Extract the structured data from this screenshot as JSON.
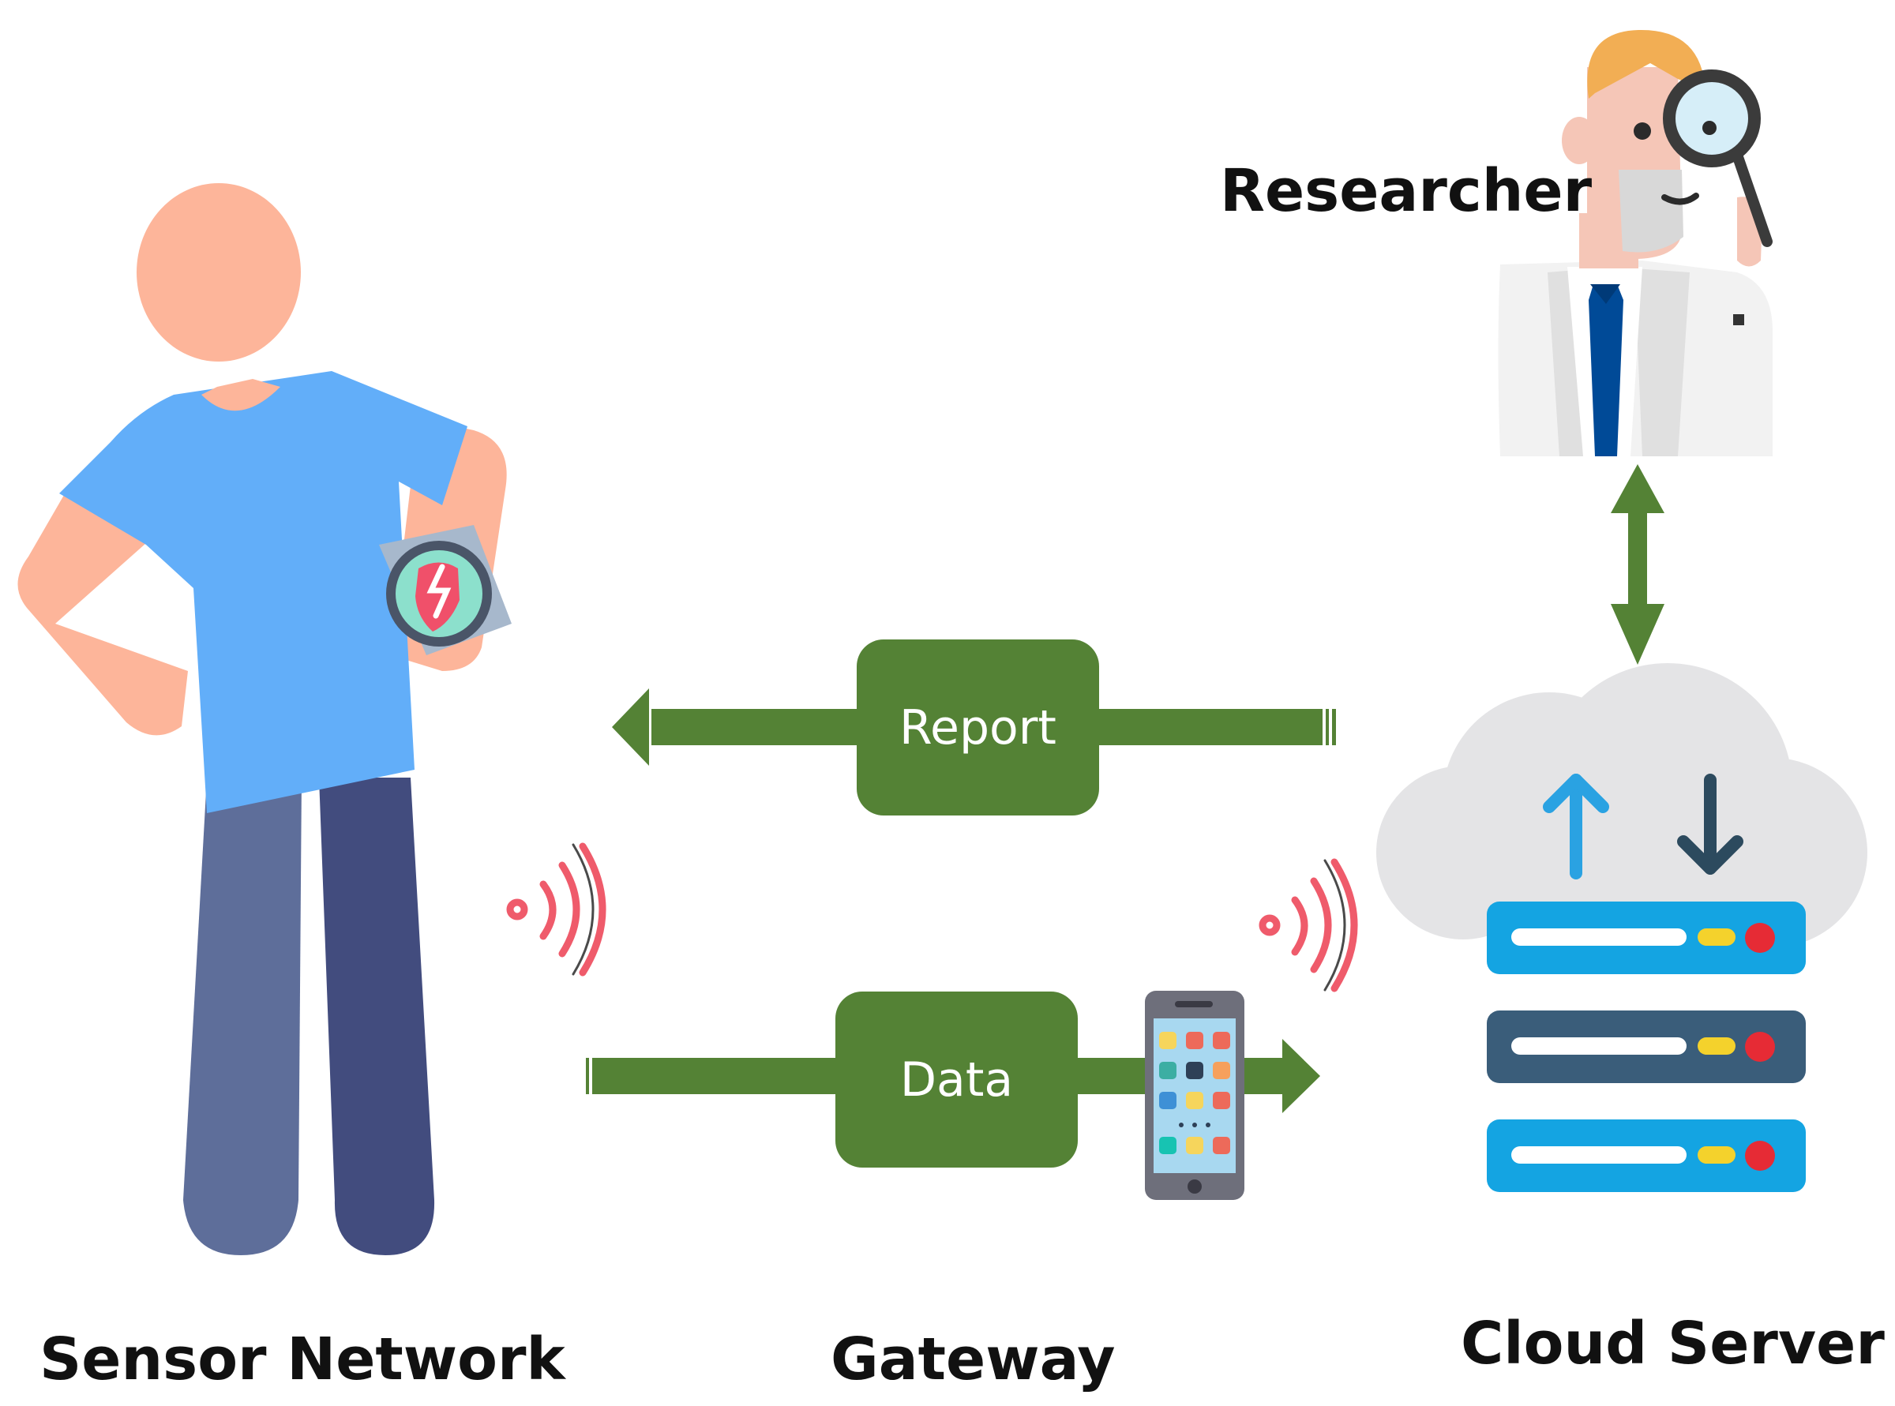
{
  "labels": {
    "sensor_network": "Sensor Network",
    "gateway": "Gateway",
    "cloud_server": "Cloud Server",
    "researcher": "Researcher"
  },
  "flows": {
    "report": "Report",
    "data": "Data"
  },
  "colors": {
    "arrow": "#548235",
    "box": "#548235",
    "skin": "#FDB59A",
    "shirt": "#62AEF9",
    "pants_left": "#5E6E9A",
    "pants_right": "#424C7E",
    "signal": "#EF5B6B",
    "cloud": "#E4E4E6",
    "server_blue": "#14A4E2",
    "server_dark": "#3A5D7A",
    "led_red": "#E62B35",
    "led_yellow": "#F4D22C"
  },
  "icons": [
    "person-icon",
    "smartwatch-icon",
    "wifi-signal-icon",
    "smartphone-icon",
    "cloud-icon",
    "server-rack-icon",
    "researcher-icon",
    "magnifier-icon"
  ]
}
